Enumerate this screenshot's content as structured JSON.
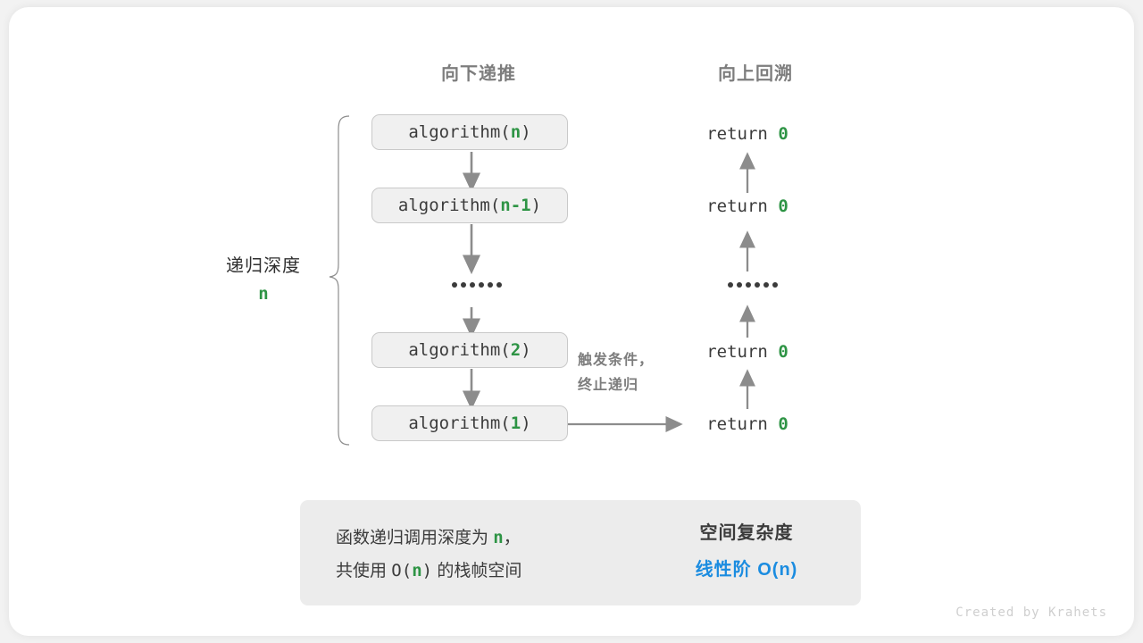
{
  "headers": {
    "left": "向下递推",
    "right": "向上回溯"
  },
  "side": {
    "depth_title": "递归深度",
    "depth_value": "n",
    "trigger_line1": "触发条件，",
    "trigger_line2": "终止递归"
  },
  "calls": [
    {
      "prefix": "algorithm(",
      "arg": "n",
      "suffix": ")"
    },
    {
      "prefix": "algorithm(",
      "arg": "n-1",
      "suffix": ")"
    },
    {
      "prefix": "algorithm(",
      "arg": "2",
      "suffix": ")"
    },
    {
      "prefix": "algorithm(",
      "arg": "1",
      "suffix": ")"
    }
  ],
  "returns": [
    {
      "keyword": "return",
      "value": "0"
    },
    {
      "keyword": "return",
      "value": "0"
    },
    {
      "keyword": "return",
      "value": "0"
    },
    {
      "keyword": "return",
      "value": "0"
    }
  ],
  "ellipsis": "••••••",
  "summary": {
    "line1_a": "函数递归调用深度为",
    "line1_n": "n",
    "line1_b": "，",
    "line2_a": "共使用",
    "line2_o": "O(",
    "line2_n": "n",
    "line2_c": ")",
    "line2_b": "的栈帧空间",
    "title": "空间复杂度",
    "value": "线性阶 O(n)"
  },
  "credit": "Created by Krahets",
  "colors": {
    "green": "#2e9445",
    "blue": "#1b8ce0",
    "gray_text": "#7d7d7d",
    "box_fill": "#f0f0f0",
    "box_border": "#c9c9c9",
    "panel_fill": "#ececec",
    "arrow": "#8c8c8c"
  }
}
